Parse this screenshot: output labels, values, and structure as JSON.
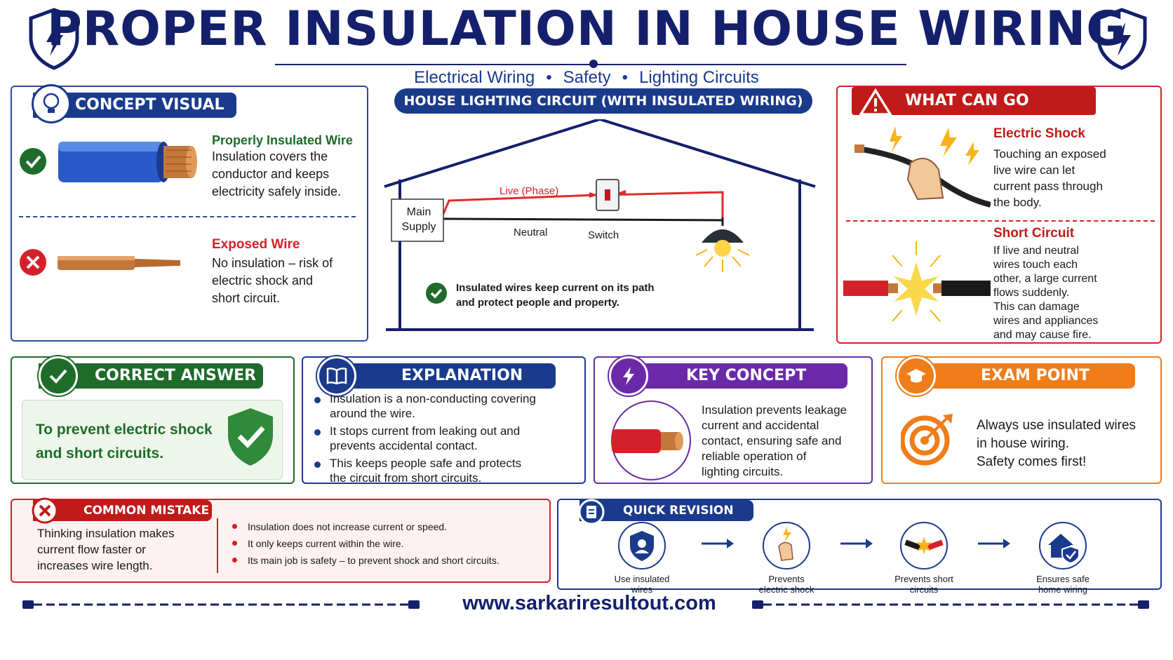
{
  "header": {
    "title": "PROPER INSULATION IN HOUSE WIRING",
    "tags": [
      "Electrical Wiring",
      "Safety",
      "Lighting Circuits"
    ],
    "separator": "•"
  },
  "concept": {
    "title": "CONCEPT VISUAL",
    "good_heading": "Properly Insulated Wire",
    "good_lines": [
      "Insulation covers the",
      "conductor and keeps",
      "electricity safely inside."
    ],
    "bad_heading": "Exposed Wire",
    "bad_lines": [
      "No insulation – risk of",
      "electric shock and",
      "short circuit."
    ]
  },
  "circuit": {
    "title": "HOUSE LIGHTING CIRCUIT (WITH INSULATED WIRING)",
    "main_supply": [
      "Main",
      "Supply"
    ],
    "live_label": "Live (Phase)",
    "neutral_label": "Neutral",
    "switch_label": "Switch",
    "note_lines": [
      "Insulated wires keep current on its path",
      "and protect people and property."
    ]
  },
  "wrong": {
    "title": "WHAT CAN GO WRONG?",
    "shock_heading": "Electric Shock",
    "shock_lines": [
      "Touching an exposed",
      "live wire can let",
      "current pass through",
      "the body."
    ],
    "short_heading": "Short Circuit",
    "short_lines": [
      "If live and neutral",
      "wires touch each",
      "other, a large current",
      "flows suddenly.",
      "This can damage",
      "wires and appliances",
      "and may cause fire."
    ]
  },
  "answer": {
    "title": "CORRECT ANSWER",
    "lines": [
      "To prevent electric shock",
      "and short circuits."
    ]
  },
  "explanation": {
    "title": "EXPLANATION",
    "items": [
      [
        "Insulation is a non-conducting covering",
        "around the wire."
      ],
      [
        "It stops current from leaking out and",
        "prevents accidental contact."
      ],
      [
        "This keeps people safe and protects",
        "the circuit from short circuits."
      ]
    ]
  },
  "key": {
    "title": "KEY CONCEPT",
    "lines": [
      "Insulation prevents leakage",
      "current and accidental",
      "contact, ensuring safe and",
      "reliable operation of",
      "lighting circuits."
    ]
  },
  "exam": {
    "title": "EXAM POINT",
    "lines": [
      "Always use insulated wires",
      "in house wiring.",
      "Safety comes first!"
    ]
  },
  "mistake": {
    "title": "COMMON MISTAKE",
    "lines": [
      "Thinking insulation makes",
      "current flow faster or",
      "increases wire length."
    ],
    "bullets": [
      "Insulation does not increase current or speed.",
      "It only keeps current within the wire.",
      "Its main job is safety – to prevent shock and short circuits."
    ]
  },
  "revision": {
    "title": "QUICK REVISION",
    "steps": [
      [
        "Use insulated",
        "wires"
      ],
      [
        "Prevents",
        "electric shock"
      ],
      [
        "Prevents short",
        "circuits"
      ],
      [
        "Ensures safe",
        "home wiring"
      ]
    ]
  },
  "footer": {
    "url": "www.sarkariresultout.com"
  },
  "colors": {
    "navy": "#14206b",
    "blue": "#1a3a8c",
    "green": "#1e6b2a",
    "red": "#d4202a",
    "purple": "#6a2aa8",
    "orange": "#ef7d1a"
  }
}
